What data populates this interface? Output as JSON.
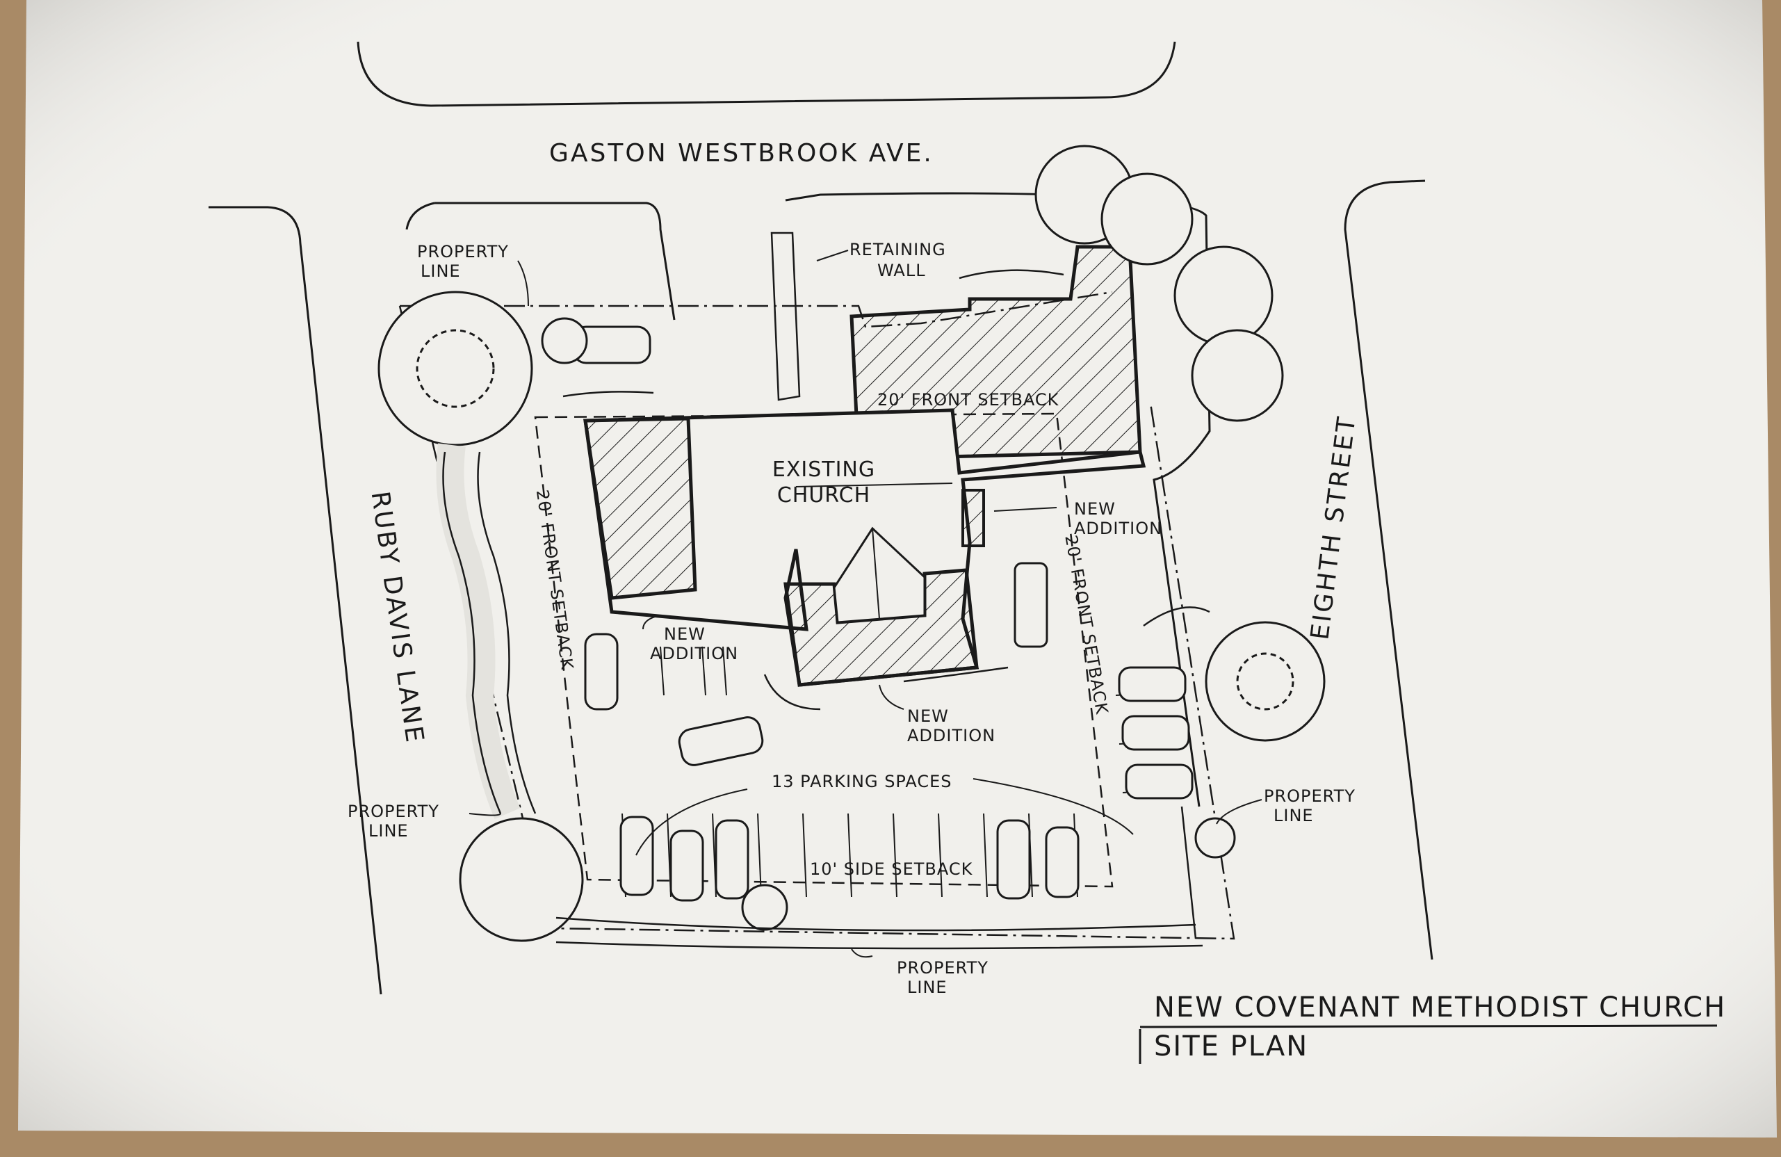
{
  "streets": {
    "north": "GASTON WESTBROOK AVE.",
    "west": "RUBY DAVIS LANE",
    "east": "EIGHTH STREET"
  },
  "labels": {
    "existing_church_1": "EXISTING",
    "existing_church_2": "CHURCH",
    "front_setback_top": "20' FRONT SETBACK",
    "front_setback_left": "20' FRONT SETBACK",
    "front_setback_right": "20' FRONT SETBACK",
    "side_setback": "10' SIDE SETBACK",
    "parking": "13 PARKING SPACES",
    "retaining_wall_1": "RETAINING",
    "retaining_wall_2": "WALL",
    "new_addition_1a": "NEW",
    "new_addition_1b": "ADDITION",
    "new_addition_2a": "NEW",
    "new_addition_2b": "ADDITION",
    "new_addition_3a": "NEW",
    "new_addition_3b": "ADDITION",
    "property_line_1a": "PROPERTY",
    "property_line_1b": "LINE",
    "property_line_2a": "PROPERTY",
    "property_line_2b": "LINE",
    "property_line_3a": "PROPERTY",
    "property_line_3b": "LINE",
    "property_line_4a": "PROPERTY",
    "property_line_4b": "LINE"
  },
  "title_block": {
    "title": "NEW COVENANT METHODIST CHURCH",
    "subtitle": "SITE PLAN"
  },
  "colors": {
    "paper": "#f1f0ec",
    "ink": "#1a1a1a",
    "table": "#a98a66"
  }
}
